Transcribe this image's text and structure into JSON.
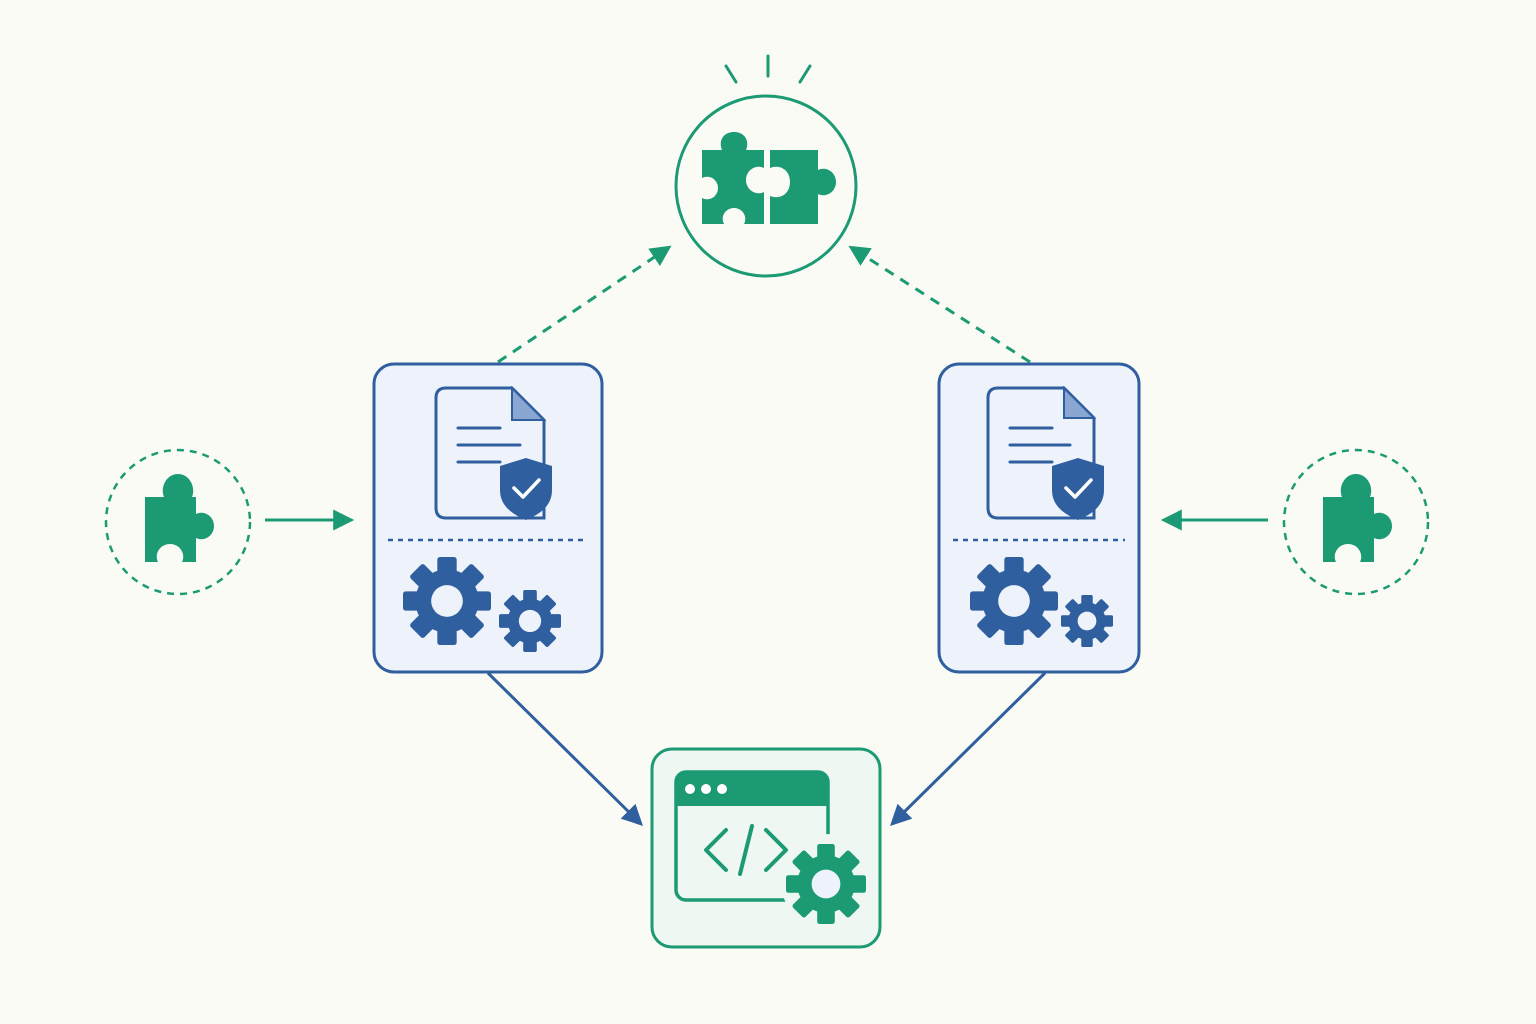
{
  "colors": {
    "background": "#fbfbf6",
    "green": "#1b9a73",
    "green_fill": "#eef7f1",
    "blue": "#2f5f9e",
    "blue_fill": "#eef3fb",
    "blue_light": "#8aa6d3"
  },
  "icons": {
    "hub": "puzzle-pieces-joined-icon",
    "left_input": "puzzle-piece-icon",
    "right_input": "puzzle-piece-icon",
    "left_module_top": "document-shield-check-icon",
    "left_module_bottom": "gears-icon",
    "right_module_top": "document-shield-check-icon",
    "right_module_bottom": "gears-icon",
    "output": "browser-code-gear-icon"
  },
  "connections": [
    {
      "from": "left-input",
      "to": "left-module",
      "style": "solid",
      "color": "green"
    },
    {
      "from": "right-input",
      "to": "right-module",
      "style": "solid",
      "color": "green"
    },
    {
      "from": "left-module",
      "to": "hub",
      "style": "dashed",
      "color": "green"
    },
    {
      "from": "right-module",
      "to": "hub",
      "style": "dashed",
      "color": "green"
    },
    {
      "from": "left-module",
      "to": "output",
      "style": "solid",
      "color": "blue"
    },
    {
      "from": "right-module",
      "to": "output",
      "style": "solid",
      "color": "blue"
    }
  ]
}
